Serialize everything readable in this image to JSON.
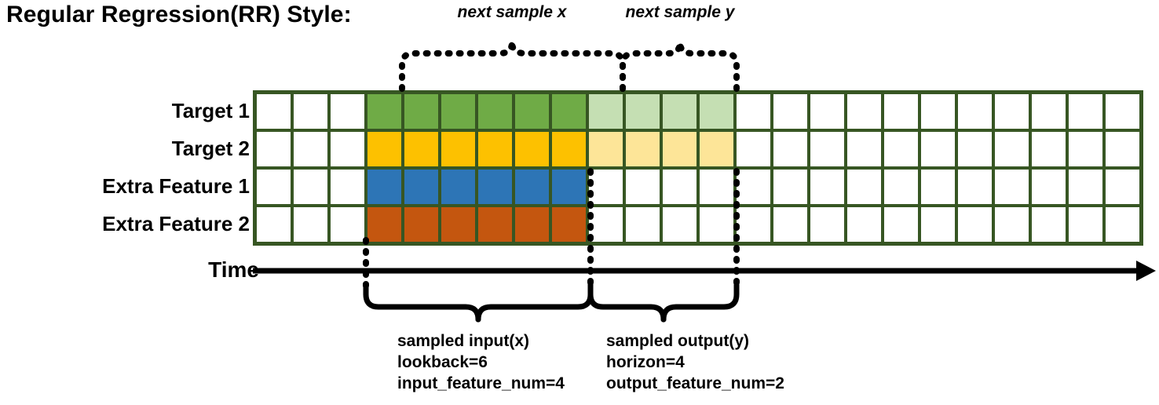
{
  "title": "Regular Regression(RR) Style:",
  "rows": [
    {
      "label": "Target 1",
      "name": "target-1"
    },
    {
      "label": "Target 2",
      "name": "target-2"
    },
    {
      "label": "Extra Feature 1",
      "name": "extra-feature-1"
    },
    {
      "label": "Extra Feature 2",
      "name": "extra-feature-2"
    }
  ],
  "grid": {
    "columns": 24,
    "input_start_col": 3,
    "lookback": 6,
    "horizon": 4,
    "cells": [
      [
        "white",
        "white",
        "white",
        "green",
        "green",
        "green",
        "green",
        "green",
        "green",
        "lgreen",
        "lgreen",
        "lgreen",
        "lgreen",
        "white",
        "white",
        "white",
        "white",
        "white",
        "white",
        "white",
        "white",
        "white",
        "white",
        "white"
      ],
      [
        "white",
        "white",
        "white",
        "yellow",
        "yellow",
        "yellow",
        "yellow",
        "yellow",
        "yellow",
        "lyellow",
        "lyellow",
        "lyellow",
        "lyellow",
        "white",
        "white",
        "white",
        "white",
        "white",
        "white",
        "white",
        "white",
        "white",
        "white",
        "white"
      ],
      [
        "white",
        "white",
        "white",
        "blue",
        "blue",
        "blue",
        "blue",
        "blue",
        "blue",
        "white",
        "white",
        "white",
        "white",
        "white",
        "white",
        "white",
        "white",
        "white",
        "white",
        "white",
        "white",
        "white",
        "white",
        "white"
      ],
      [
        "white",
        "white",
        "white",
        "orange",
        "orange",
        "orange",
        "orange",
        "orange",
        "orange",
        "white",
        "white",
        "white",
        "white",
        "white",
        "white",
        "white",
        "white",
        "white",
        "white",
        "white",
        "white",
        "white",
        "white",
        "white"
      ]
    ]
  },
  "axis": {
    "label": "Time"
  },
  "top_braces": [
    {
      "caption": "next sample x"
    },
    {
      "caption": "next sample y"
    }
  ],
  "bottom_braces": [
    {
      "lines": [
        "sampled input(x)",
        "lookback=6",
        "input_feature_num=4"
      ]
    },
    {
      "lines": [
        "sampled output(y)",
        "horizon=4",
        "output_feature_num=2"
      ]
    }
  ],
  "colors": {
    "border_green": "#375623",
    "green": "#6fab46",
    "yellow": "#fdc100",
    "blue": "#2d75b6",
    "orange": "#c4560f",
    "lgreen": "#c5dfb3",
    "lyellow": "#fde598",
    "white": "#ffffff",
    "line": "#000000"
  }
}
